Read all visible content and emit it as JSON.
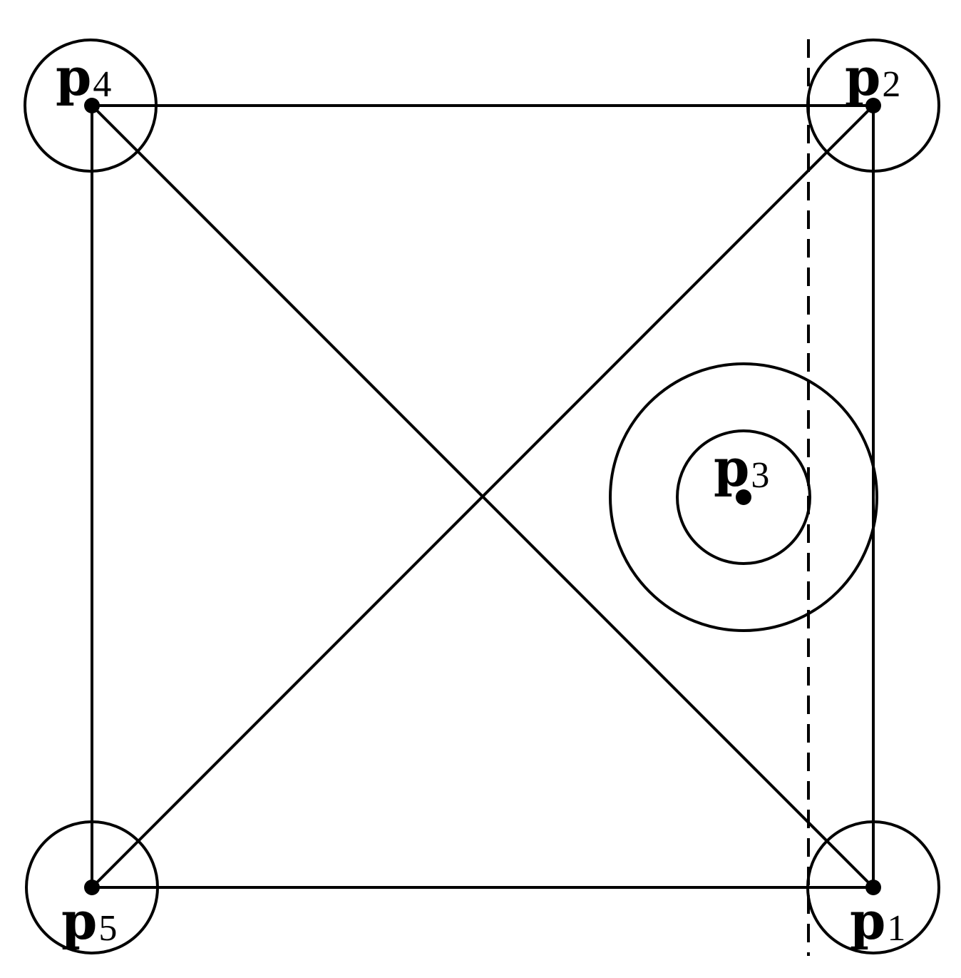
{
  "points": [
    {
      "id": "p1",
      "letter": "p",
      "sub": "1"
    },
    {
      "id": "p2",
      "letter": "p",
      "sub": "2"
    },
    {
      "id": "p3",
      "letter": "p",
      "sub": "3"
    },
    {
      "id": "p4",
      "letter": "p",
      "sub": "4"
    },
    {
      "id": "p5",
      "letter": "p",
      "sub": "5"
    }
  ]
}
